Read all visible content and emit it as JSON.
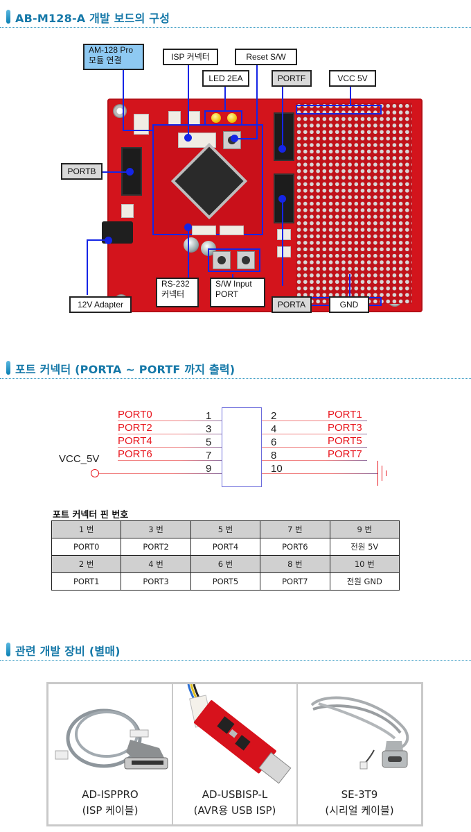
{
  "sections": [
    {
      "title": "AB-M128-A 개발 보드의 구성"
    },
    {
      "title": "포트 커넥터 (PORTA ~ PORTF 까지 출력)"
    },
    {
      "title": "관련 개발 장비 (별매)"
    }
  ],
  "board": {
    "callouts": {
      "am128": {
        "line1": "AM-128 Pro",
        "line2": "모듈 연결"
      },
      "isp": "ISP 커넥터",
      "reset": "Reset S/W",
      "led": "LED 2EA",
      "portf": "PORTF",
      "vcc": "VCC 5V",
      "portb": "PORTB",
      "adapter": "12V Adapter",
      "rs232": {
        "line1": "RS-232",
        "line2": "커넥터"
      },
      "swinput": {
        "line1": "S/W Input",
        "line2": "PORT"
      },
      "porta": "PORTA",
      "gnd": "GND"
    },
    "colors": {
      "pcb": "#d3141c",
      "callout_line": "#1525e6",
      "am128_fill": "#8ec9f2",
      "port_fill": "#d9d9d9"
    }
  },
  "schematic": {
    "left_labels": [
      "PORT0",
      "PORT2",
      "PORT4",
      "PORT6"
    ],
    "left_pins": [
      "1",
      "3",
      "5",
      "7",
      "9"
    ],
    "right_labels": [
      "PORT1",
      "PORT3",
      "PORT5",
      "PORT7"
    ],
    "right_pins": [
      "2",
      "4",
      "6",
      "8",
      "10"
    ],
    "vcc_label": "VCC_5V"
  },
  "pin_table": {
    "title": "포트 커넥터 핀 번호",
    "rows": [
      [
        "1 번",
        "3 번",
        "5 번",
        "7 번",
        "9 번"
      ],
      [
        "PORT0",
        "PORT2",
        "PORT4",
        "PORT6",
        "전원 5V"
      ],
      [
        "2 번",
        "4 번",
        "6 번",
        "8 번",
        "10 번"
      ],
      [
        "PORT1",
        "PORT3",
        "PORT5",
        "PORT7",
        "전원 GND"
      ]
    ]
  },
  "products": [
    {
      "name": "AD-ISPPRO",
      "desc": "(ISP 케이블)"
    },
    {
      "name": "AD-USBISP-L",
      "desc": "(AVR용 USB ISP)"
    },
    {
      "name": "SE-3T9",
      "desc": "(시리얼 케이블)"
    }
  ]
}
